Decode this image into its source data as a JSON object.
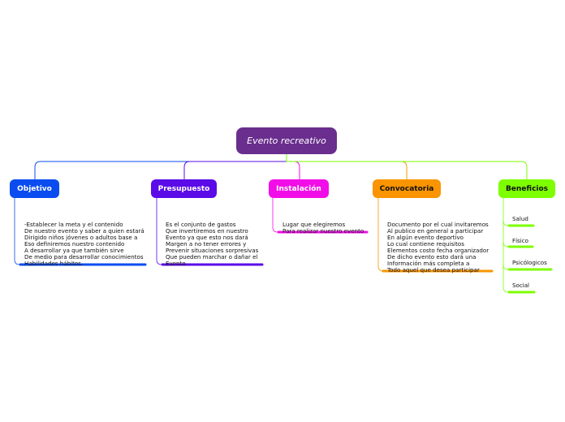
{
  "root": {
    "label": "Evento recreativo"
  },
  "branches": [
    {
      "label": "Objetivo",
      "color": "#0a4cf0",
      "lines": [
        "-Establecer la meta y el contenido",
        "De nuestro evento y saber a quien estará",
        "Dirigido niños jóvenes o adultos base a",
        "Eso definiremos nuestro contenido",
        "A desarrollar ya que también sirve",
        "De medio para desarrollar conocimientos",
        "Habilidades hábitos."
      ]
    },
    {
      "label": "Presupuesto",
      "color": "#5b0be8",
      "lines": [
        "Es el conjunto de gastos",
        "Que invertiremos en nuestro",
        "Evento ya que esto nos dará",
        "Margen a no tener errores y",
        "Prevenir situaciones sorpresivas",
        "Que pueden marchar o dañar el",
        "Evento"
      ]
    },
    {
      "label": "Instalación",
      "color": "#f20de8",
      "lines": [
        "Lugar que elegiremos",
        "Para realizar nuestro evento"
      ]
    },
    {
      "label": "Convocatoria",
      "color": "#fa9400",
      "lines": [
        "Documento por el cual invitaremos",
        "Al publico en general a participar",
        "En algún evento deportivo",
        "Lo cual contiene requisitos",
        "Elementos costo fecha organizador",
        "De dicho evento esto dará una",
        "Información más completa a",
        "Todo aquel que desea participar"
      ]
    },
    {
      "label": "Beneficios",
      "color": "#7dff00",
      "items": [
        "Salud",
        "Físico",
        "Psicólogicos",
        "Social"
      ]
    }
  ]
}
